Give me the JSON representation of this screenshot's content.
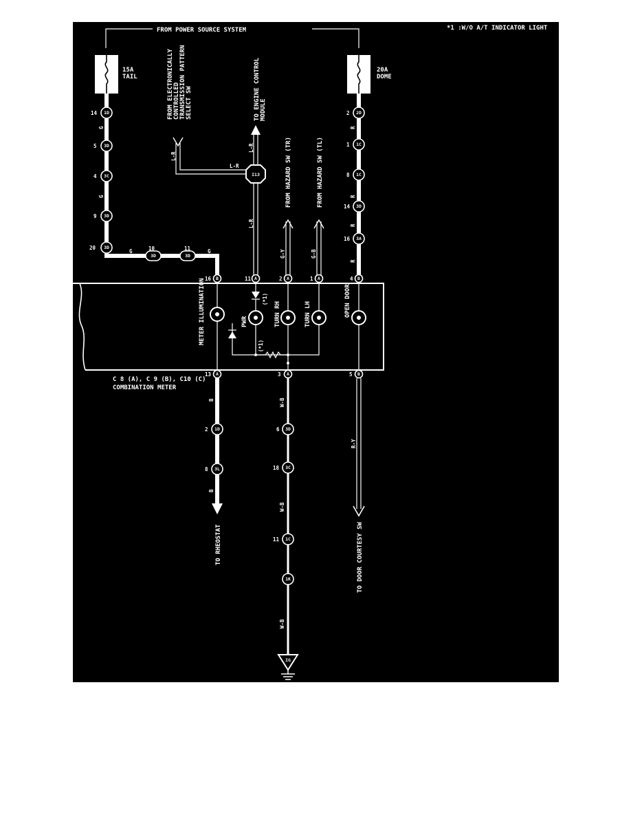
{
  "header": {
    "power_source": "FROM POWER SOURCE SYSTEM",
    "footnote": "*1 :W/O A/T INDICATOR LIGHT"
  },
  "fuses": [
    {
      "rating": "15A",
      "name": "TAIL"
    },
    {
      "rating": "20A",
      "name": "DOME"
    }
  ],
  "labels": {
    "from_ect": [
      "FROM ELECTRONICALLY",
      "CONTROLLED",
      "TRANSMISSION PATTERN",
      "SELECT SW"
    ],
    "to_ecm": [
      "TO ENGINE CONTROL",
      "MODULE"
    ],
    "from_hazard_tr": "FROM HAZARD SW (TR)",
    "from_hazard_tl": "FROM HAZARD SW (TL)",
    "to_rheostat": "TO RHEOSTAT",
    "to_door": "TO DOOR COURTESY SW",
    "meter_name_line1": "C 8 (A), C 9 (B), C10 (C)",
    "meter_name_line2": "COMBINATION METER",
    "junction": "I13",
    "ground": "IG"
  },
  "meter_lamps": [
    "METER ILLUMINATION",
    "PWR",
    "TURN RH",
    "TURN LH",
    "OPEN DOOR"
  ],
  "footnote_marks": [
    "(*1)",
    "(*1)"
  ],
  "pins_top": [
    {
      "num": "16",
      "conn": "B"
    },
    {
      "num": "11",
      "conn": "A"
    },
    {
      "num": "2",
      "conn": "A"
    },
    {
      "num": "1",
      "conn": "A"
    },
    {
      "num": "4",
      "conn": "B"
    }
  ],
  "pins_bottom": [
    {
      "num": "13",
      "conn": "A"
    },
    {
      "num": "3",
      "conn": "A"
    },
    {
      "num": "5",
      "conn": "B"
    }
  ],
  "wire_colors": {
    "tail": "G",
    "dome": "R",
    "ect": "L-R",
    "ecm": "L-R",
    "tr": "G-Y",
    "tl": "G-B",
    "rheostat": "B",
    "ground": "W-B",
    "door": "R-Y"
  },
  "connectors": {
    "tail": [
      {
        "num": "14",
        "id": "1D"
      },
      {
        "num": "5",
        "id": "3D"
      },
      {
        "num": "4",
        "id": "3C"
      },
      {
        "num": "9",
        "id": "3D"
      },
      {
        "num": "20",
        "id": "3D"
      }
    ],
    "tail_h": [
      {
        "num": "10",
        "id": "3D"
      },
      {
        "num": "11",
        "id": "3D"
      }
    ],
    "dome": [
      {
        "num": "2",
        "id": "2D"
      },
      {
        "num": "1",
        "id": "1C"
      },
      {
        "num": "8",
        "id": "1C"
      },
      {
        "num": "14",
        "id": "3D"
      },
      {
        "num": "16",
        "id": "3A"
      }
    ],
    "rheostat": [
      {
        "num": "2",
        "id": "1D"
      },
      {
        "num": "8",
        "id": "3L"
      }
    ],
    "ground": [
      {
        "num": "6",
        "id": "3D"
      },
      {
        "num": "18",
        "id": "3C"
      },
      {
        "num": "11",
        "id": "1C"
      },
      {
        "num": "",
        "id": "1K"
      }
    ]
  },
  "colors": {
    "background": "#000000",
    "line": "#ffffff",
    "page": "#ffffff"
  }
}
